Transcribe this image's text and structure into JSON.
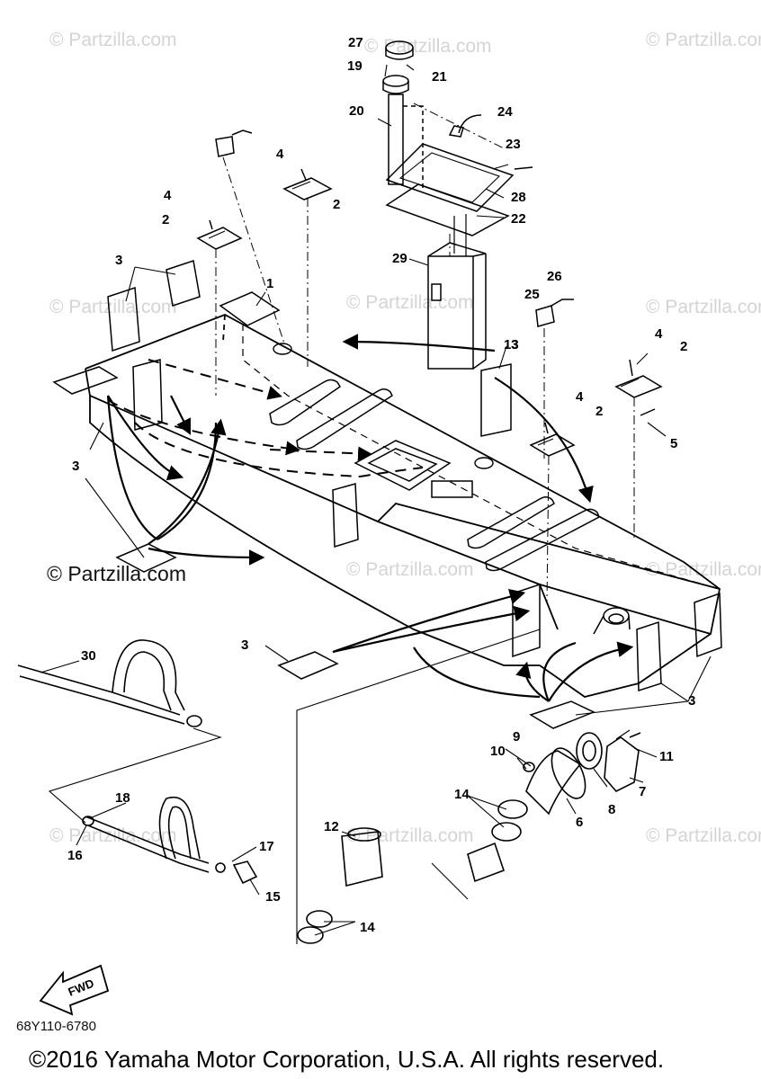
{
  "watermark_text": "© Partzilla.com",
  "partzilla_credit": "© Partzilla.com",
  "diagram_code": "68Y110-6780",
  "copyright": "©2016 Yamaha Motor Corporation, U.S.A. All rights reserved.",
  "fwd_label": "FWD",
  "callouts": {
    "c1": "1",
    "c2": "2",
    "c3": "3",
    "c4": "4",
    "c5": "5",
    "c6": "6",
    "c7": "7",
    "c8": "8",
    "c9": "9",
    "c10": "10",
    "c11": "11",
    "c12": "12",
    "c13": "13",
    "c14": "14",
    "c15": "15",
    "c16": "16",
    "c17": "17",
    "c18": "18",
    "c19": "19",
    "c20": "20",
    "c21": "21",
    "c22": "22",
    "c23": "23",
    "c24": "24",
    "c25": "25",
    "c26": "26",
    "c27": "27",
    "c28": "28",
    "c29": "29",
    "c30": "30"
  }
}
